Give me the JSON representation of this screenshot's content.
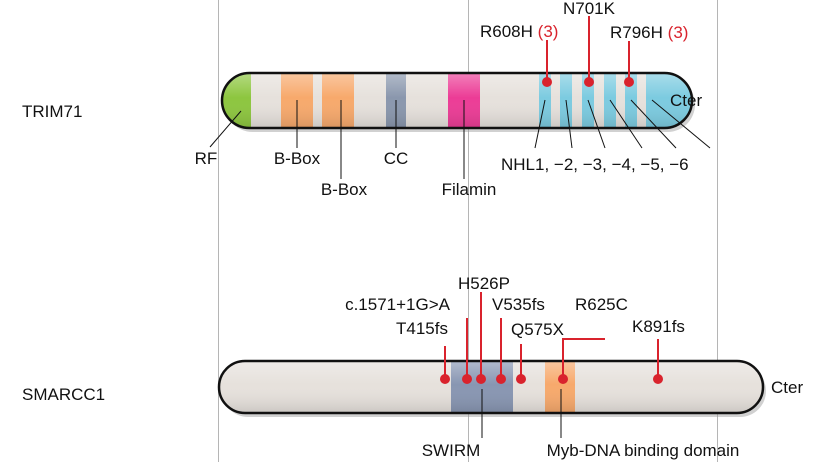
{
  "colors": {
    "bar_fill": "#e6e1dc",
    "bar_outline": "#111111",
    "mutation": "#d9232d",
    "ring": "#b0b0b0",
    "rf": "#8dc63f",
    "bbox": "#f7a96c",
    "cc": "#8a97ad",
    "filamin": "#ec3c96",
    "nhl": "#7ccbe0",
    "swirm": "#8896b2",
    "myb": "#f7a96c"
  },
  "trim71": {
    "gene_label": "TRIM71",
    "cter_label": "Cter",
    "domains": {
      "rf": "RF",
      "bbox1": "B-Box",
      "bbox2": "B-Box",
      "cc": "CC",
      "filamin": "Filamin",
      "nhl": "NHL1, −2, −3, −4, −5, −6"
    },
    "mutations": [
      {
        "name": "R608H",
        "count": "(3)"
      },
      {
        "name": "N701K",
        "count": ""
      },
      {
        "name": "R796H",
        "count": "(3)"
      }
    ]
  },
  "smarcc1": {
    "gene_label": "SMARCC1",
    "cter_label": "Cter",
    "domains": {
      "swirm": "SWIRM",
      "myb": "Myb-DNA binding domain"
    },
    "mutations": [
      {
        "name": "c.1571+1G>A"
      },
      {
        "name": "T415fs"
      },
      {
        "name": "H526P"
      },
      {
        "name": "V535fs"
      },
      {
        "name": "Q575X"
      },
      {
        "name": "R625C"
      },
      {
        "name": "K891fs"
      }
    ]
  }
}
